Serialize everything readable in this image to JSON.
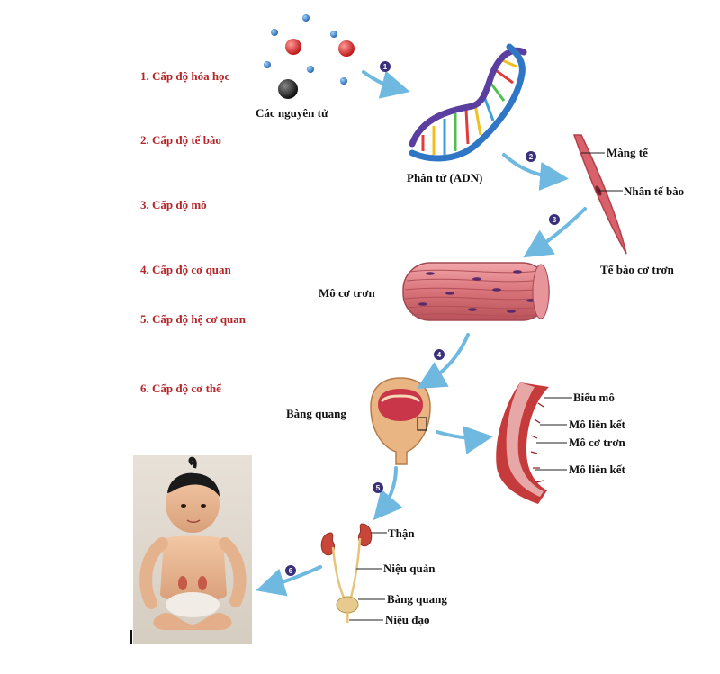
{
  "levels": [
    "1. Cấp độ hóa học",
    "2. Cấp độ tế bào",
    "3. Cấp độ mô",
    "4. Cấp độ cơ quan",
    "5. Cấp độ hệ cơ quan",
    "6. Cấp độ cơ thể"
  ],
  "labels": {
    "atoms": "Các nguyên tử",
    "molecule": "Phân tử (ADN)",
    "membrane": "Màng tế",
    "nucleus": "Nhân tế bào",
    "smooth_cell": "Tế bào cơ trơn",
    "smooth_tissue": "Mô cơ trơn",
    "bladder": "Bàng quang",
    "epithelium": "Biểu mô",
    "connective_1": "Mô liên kết",
    "smooth_muscle": "Mô cơ trơn",
    "connective_2": "Mô liên kết",
    "kidney": "Thận",
    "ureter": "Niệu quản",
    "bladder_2": "Bàng quang",
    "urethra": "Niệu đạo"
  },
  "steps": [
    "1",
    "2",
    "3",
    "4",
    "5",
    "6"
  ],
  "colors": {
    "level_text": "#b3262a",
    "arrow": "#6fb9e0",
    "step_badge": "#3a2f7a",
    "muscle": "#d9737a",
    "atom_blue": "#3d7fc2",
    "atom_red": "#d42a2a"
  }
}
